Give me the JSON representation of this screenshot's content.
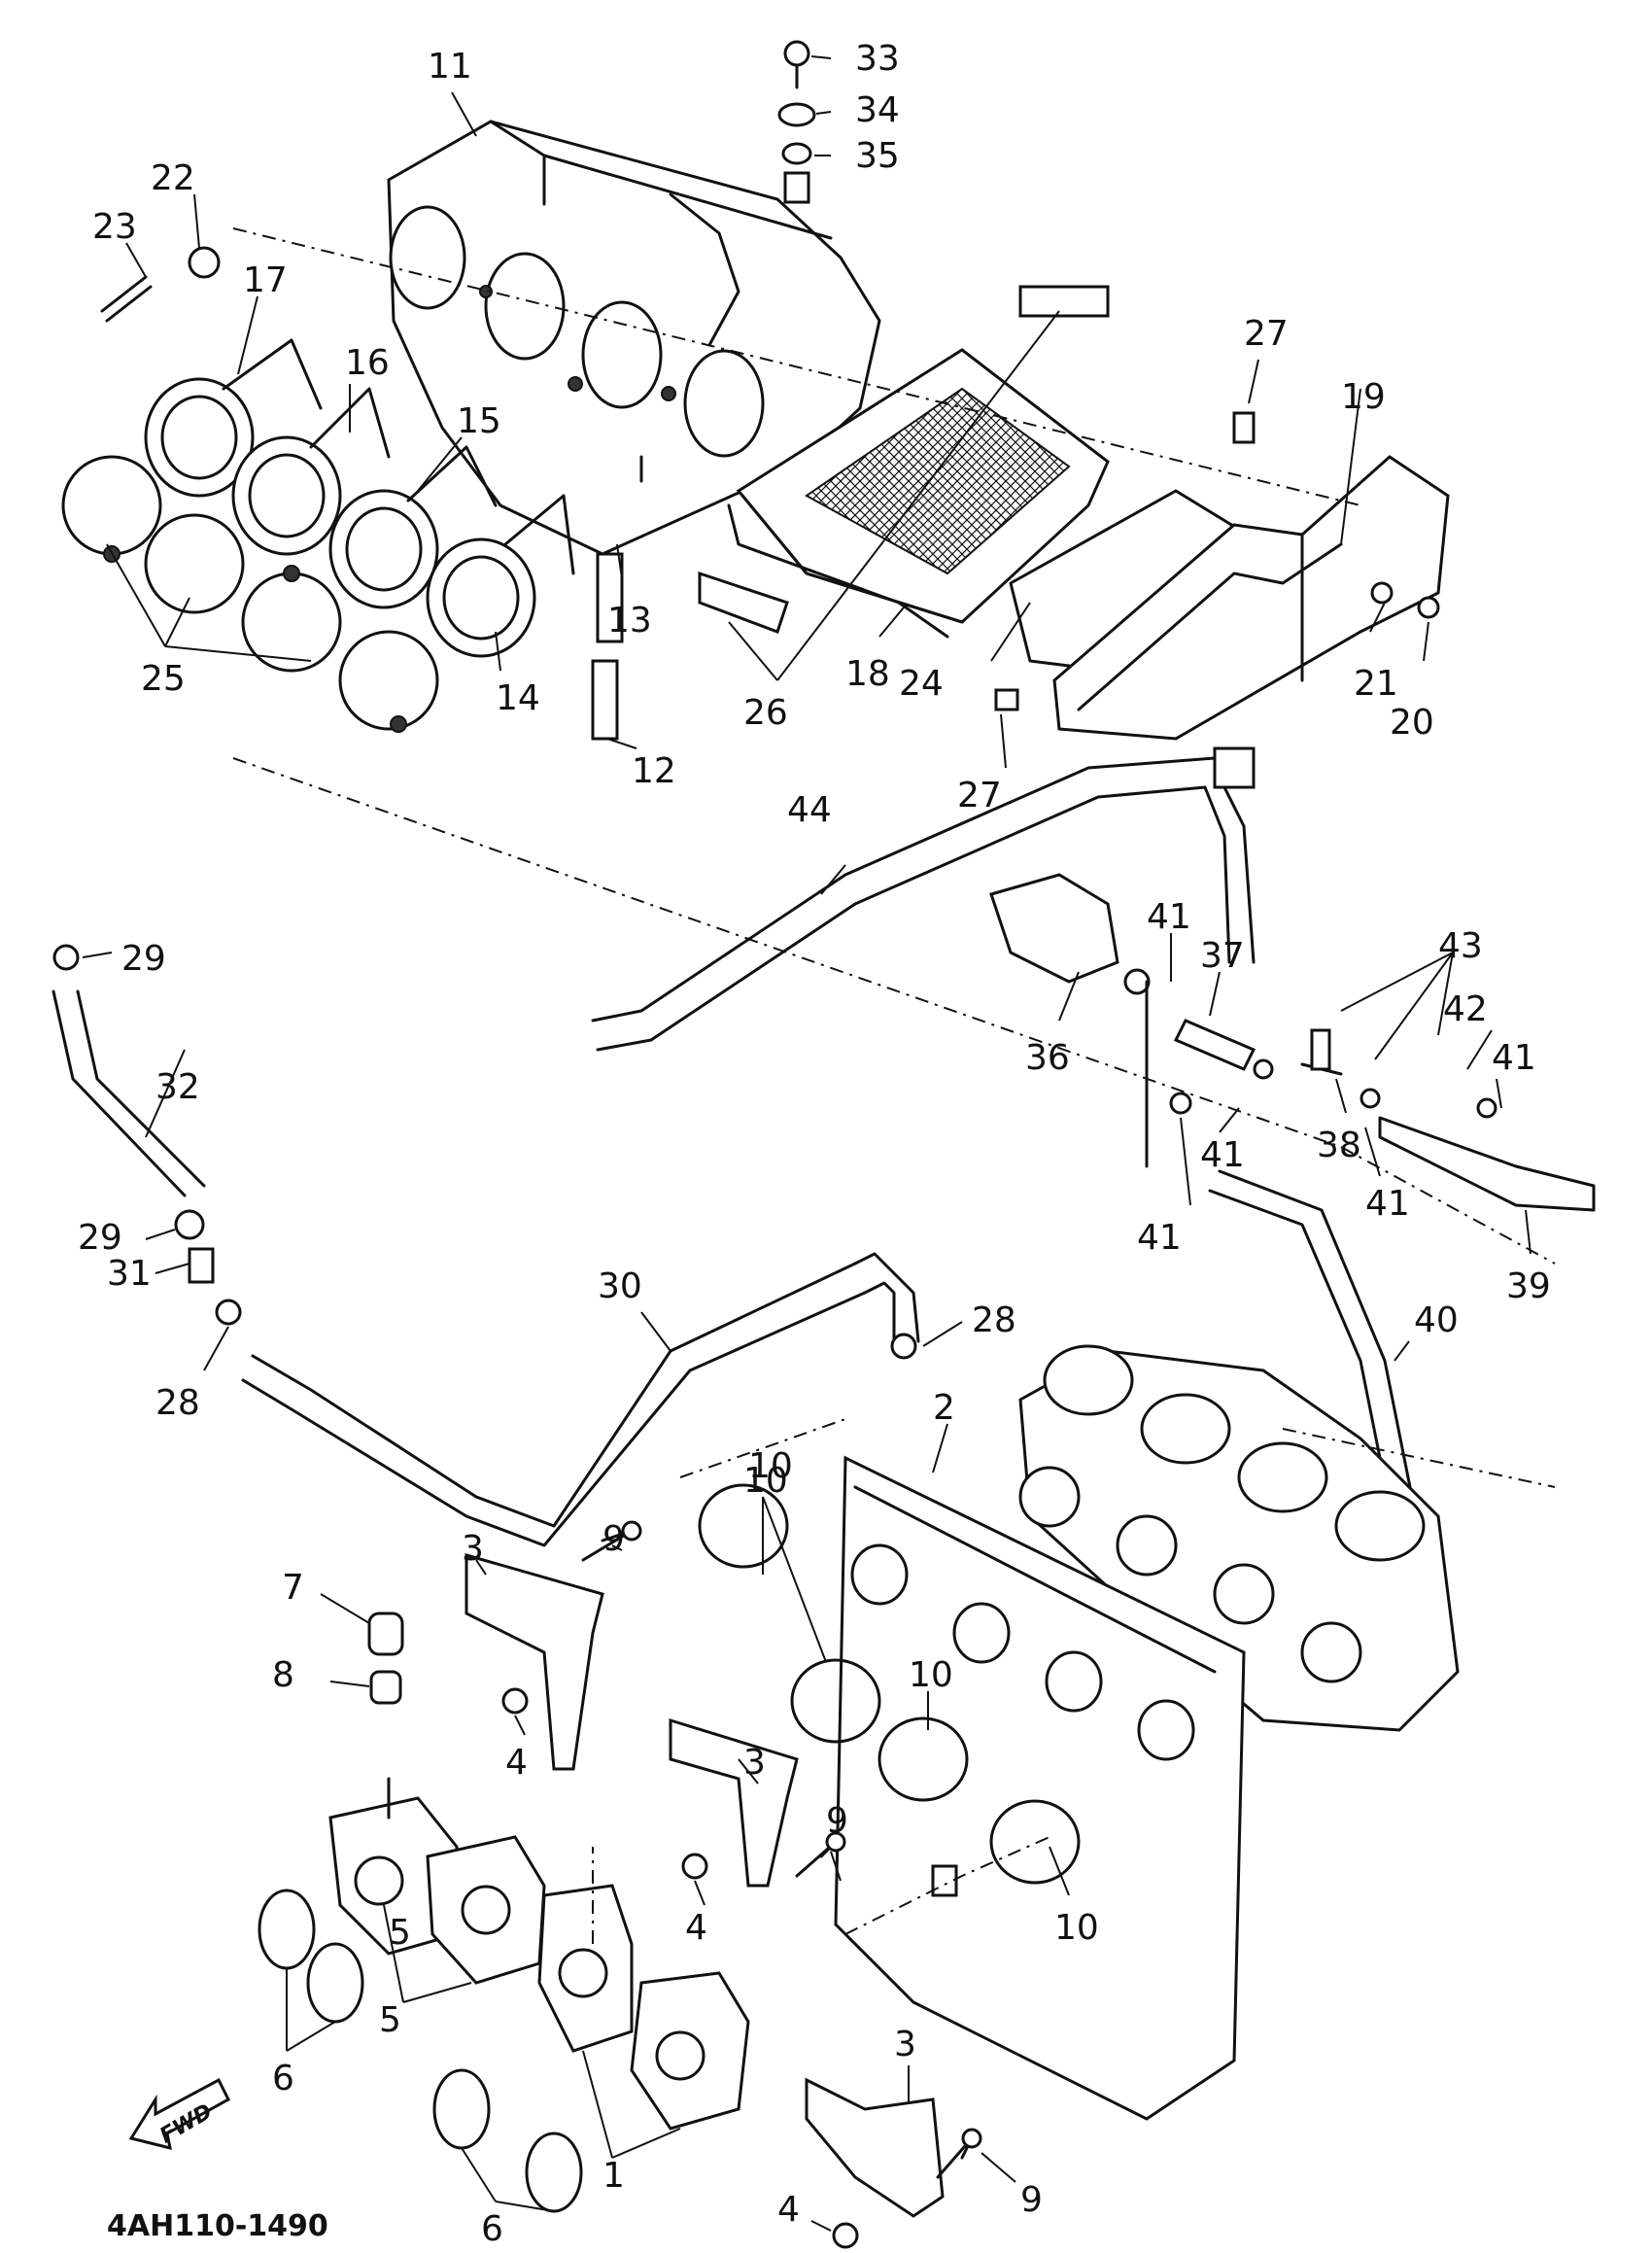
{
  "diagram_code": "4AH110-1490",
  "fwd_label": "FWD",
  "callouts": [
    "33",
    "34",
    "35",
    "11",
    "22",
    "23",
    "17",
    "16",
    "15",
    "14",
    "25",
    "13",
    "12",
    "26",
    "18",
    "24",
    "27",
    "27",
    "19",
    "21",
    "20",
    "44",
    "29",
    "32",
    "29",
    "31",
    "28",
    "30",
    "28",
    "41",
    "37",
    "43",
    "42",
    "41",
    "36",
    "41",
    "38",
    "41",
    "41",
    "39",
    "40",
    "2",
    "10",
    "10",
    "10",
    "10",
    "3",
    "9",
    "7",
    "8",
    "4",
    "3",
    "9",
    "4",
    "5",
    "5",
    "6",
    "6",
    "1",
    "3",
    "9",
    "4"
  ]
}
